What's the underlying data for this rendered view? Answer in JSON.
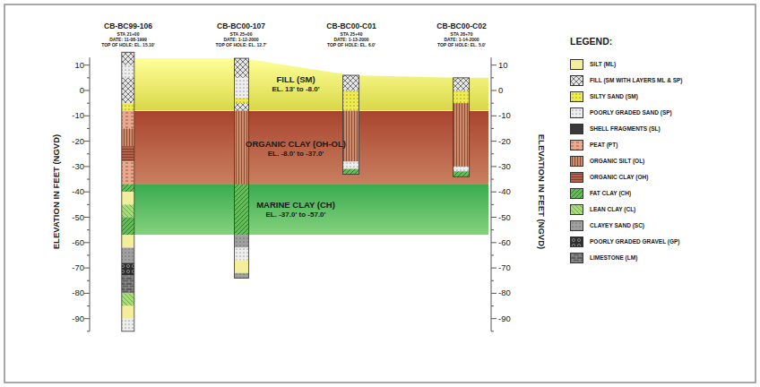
{
  "diagram": {
    "nodes": [
      {
        "text": [
          "CB-BC99-106",
          "STA 21+00",
          "DATE: 11-08-1999",
          "TOP OF HOLE: EL. 15.10'"
        ]
      },
      {
        "text": [
          "CB-BC00-107",
          "STA 25+00",
          "DATE: 1-12-2000",
          "TOP OF HOLE: EL. 12.7'"
        ]
      },
      {
        "text": [
          "CB-BC00-C01",
          "STA 25+40",
          "DATE: 1-13-2000",
          "TOP OF HOLE: EL. 6.0'"
        ]
      },
      {
        "text": [
          "CB-BC00-C02",
          "STA 28+70",
          "DATE: 1-14-2000",
          "TOP OF HOLE: EL. 5.0'"
        ]
      },
      {
        "text": [
          "FILL (SM)",
          "EL. 13' to -8.0'"
        ]
      },
      {
        "text": [
          "ORGANIC CLAY (OH-OL)",
          "EL. -8.0' to -37.0'"
        ]
      },
      {
        "text": [
          "MARINE CLAY (CH)",
          "EL. -37.0' to -57.0'"
        ]
      }
    ],
    "labels": [
      "10",
      "0",
      "-10",
      "-20",
      "-30",
      "-40",
      "-50",
      "-60",
      "-70",
      "-80",
      "-90",
      "ELEVATION IN FEET (NGVD)",
      "10",
      "0",
      "-10",
      "-20",
      "-30",
      "-40",
      "-50",
      "-60",
      "-70",
      "-80",
      "-90",
      "ELEVATION IN FEET (NGVD)",
      "LEGEND:"
    ],
    "legend": [
      {
        "text": "SILT (ML)",
        "color": "#f4ee9c"
      },
      {
        "text": "FILL (SM WITH LAYERS ML & SP)",
        "color": "#e6e6e6"
      },
      {
        "text": "SILTY SAND (SM)",
        "color": "#f0ec4c"
      },
      {
        "text": "POORLY GRADED SAND (SP)",
        "color": "#eeeeee"
      },
      {
        "text": "SHELL FRAGMENTS (SL)",
        "color": "#3a3a3a"
      },
      {
        "text": "PEAT (PT)",
        "color": "#eaa98c"
      },
      {
        "text": "ORGANIC SILT (OL)",
        "color": "#cf8a6a"
      },
      {
        "text": "ORGANIC CLAY (OH)",
        "color": "#b5604a"
      },
      {
        "text": "FAT CLAY (CH)",
        "color": "#62bd58"
      },
      {
        "text": "LEAN CLAY (CL)",
        "color": "#a8dc78"
      },
      {
        "text": "CLAYEY SAND (SC)",
        "color": "#a0a0a0"
      },
      {
        "text": "POORLY GRADED GRAVEL (GP)",
        "color": "#2e2e2e"
      },
      {
        "text": "LIMESTONE (LM)",
        "color": "#5c5c5c"
      }
    ]
  }
}
